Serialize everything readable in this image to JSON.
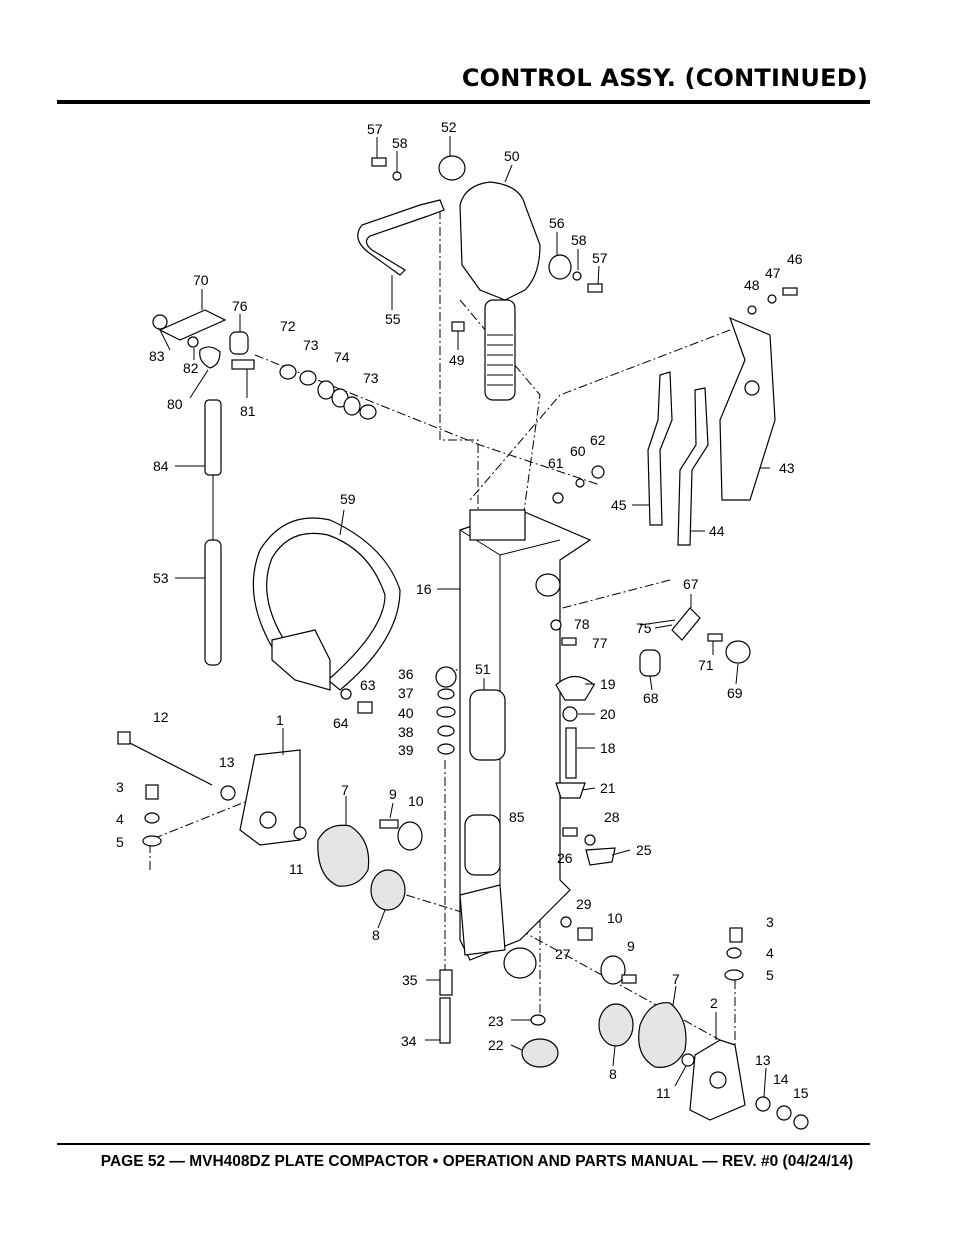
{
  "header": {
    "title": "CONTROL ASSY. (CONTINUED)"
  },
  "footer": {
    "text": "PAGE 52 — MVH408DZ PLATE COMPACTOR • OPERATION AND PARTS MANUAL — REV. #0 (04/24/14)"
  },
  "callouts": [
    "57",
    "58",
    "52",
    "50",
    "56",
    "58",
    "57",
    "55",
    "49",
    "48",
    "47",
    "46",
    "70",
    "76",
    "83",
    "82",
    "80",
    "81",
    "72",
    "73",
    "74",
    "73",
    "84",
    "43",
    "45",
    "44",
    "61",
    "60",
    "62",
    "59",
    "16",
    "53",
    "67",
    "75",
    "78",
    "77",
    "71",
    "68",
    "69",
    "36",
    "51",
    "37",
    "63",
    "40",
    "64",
    "38",
    "19",
    "20",
    "39",
    "18",
    "12",
    "1",
    "13",
    "3",
    "4",
    "5",
    "7",
    "9",
    "10",
    "11",
    "85",
    "21",
    "28",
    "26",
    "25",
    "8",
    "29",
    "27",
    "10",
    "9",
    "3",
    "4",
    "5",
    "35",
    "7",
    "23",
    "22",
    "34",
    "2",
    "8",
    "13",
    "11",
    "14",
    "15"
  ]
}
